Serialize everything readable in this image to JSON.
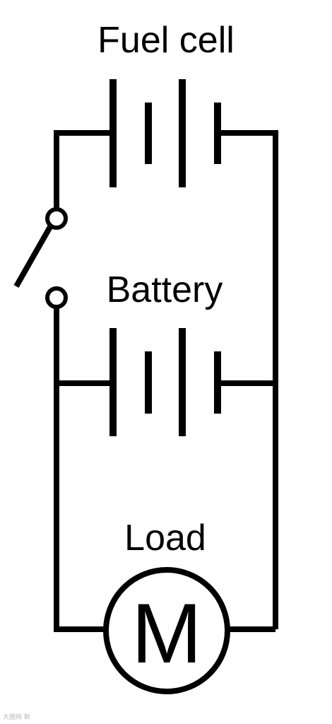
{
  "labels": {
    "fuel_cell": "Fuel cell",
    "battery": "Battery",
    "load": "Load",
    "motor_symbol": "M"
  },
  "watermark": "大图网 新",
  "colors": {
    "line": "#000000",
    "background": "#ffffff",
    "watermark": "#b9b9b9"
  }
}
